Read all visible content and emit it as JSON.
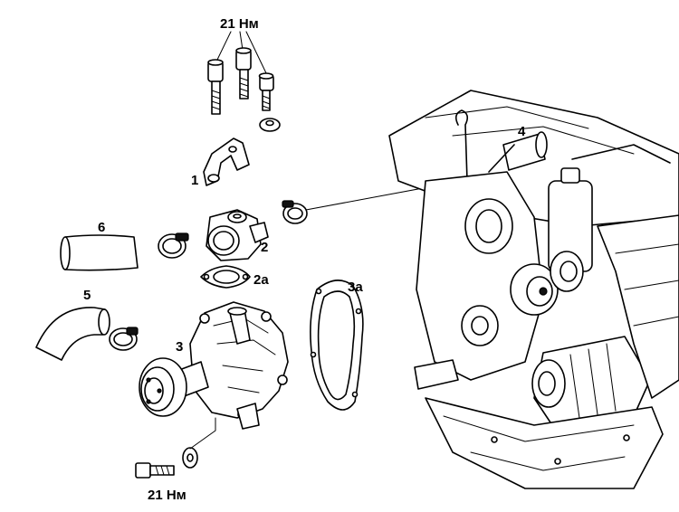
{
  "labels": {
    "torque_top": "21 Нм",
    "torque_bottom": "21 Нм",
    "part_1": "1",
    "part_2": "2",
    "part_2a": "2а",
    "part_3": "3",
    "part_3a": "3а",
    "part_4": "4",
    "part_5": "5",
    "part_6": "6"
  },
  "colors": {
    "line": "#000000",
    "background": "#ffffff",
    "shade": "#bdbdbd"
  }
}
